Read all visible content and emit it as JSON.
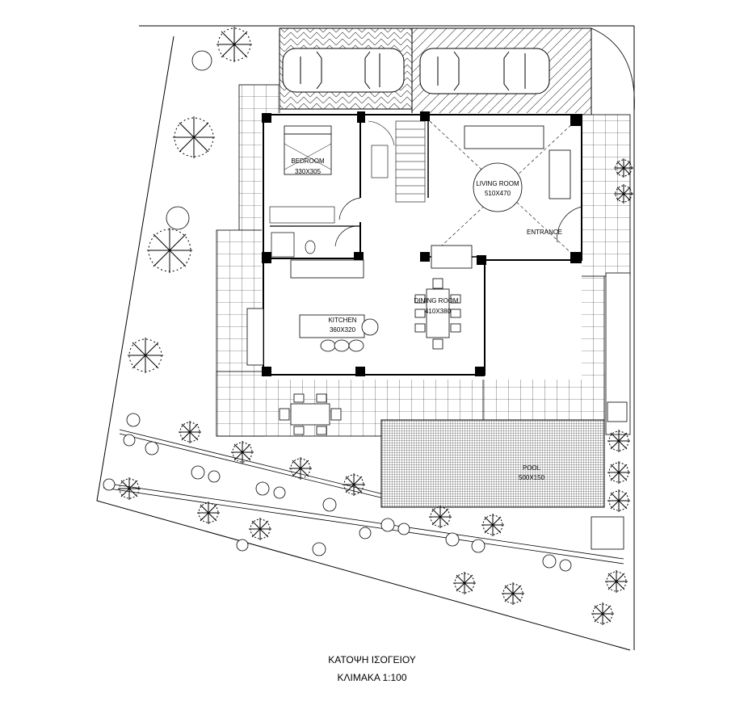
{
  "rooms": {
    "bedroom": {
      "name": "BEDROOM",
      "size": "330X305"
    },
    "living": {
      "name": "LIVING ROOM",
      "size": "510X470"
    },
    "entrance": {
      "name": "ENTRANCE"
    },
    "dining": {
      "name": "DINING ROOM",
      "size": "410X380"
    },
    "kitchen": {
      "name": "KITCHEN",
      "size": "360X320"
    },
    "pool": {
      "name": "POOL",
      "size": "500X150"
    }
  },
  "footer": {
    "title": "ΚΑΤΟΨΗ ΙΣΟΓΕΙΟΥ",
    "scale": "ΚΛΙΜΑΚΑ 1:100"
  }
}
